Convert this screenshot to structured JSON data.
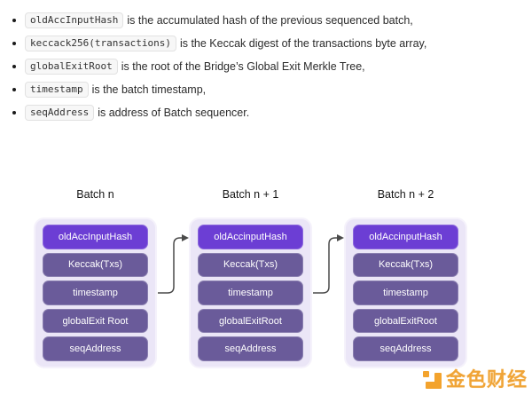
{
  "bullets": [
    {
      "code": "oldAccInputHash",
      "text": "is the accumulated hash of the previous sequenced batch,"
    },
    {
      "code": "keccack256(transactions)",
      "text": "is the Keccak digest of the transactions byte array,"
    },
    {
      "code": "globalExitRoot",
      "text": "is the root of the Bridge’s Global Exit Merkle Tree,"
    },
    {
      "code": "timestamp",
      "text": "is the batch timestamp,"
    },
    {
      "code": "seqAddress",
      "text": "is address of Batch sequencer."
    }
  ],
  "diagram": {
    "batches": [
      {
        "title": "Batch n",
        "fields": [
          "oldAccInputHash",
          "Keccak(Txs)",
          "timestamp",
          "globalExit Root",
          "seqAddress"
        ]
      },
      {
        "title": "Batch n + 1",
        "fields": [
          "oldAccinputHash",
          "Keccak(Txs)",
          "timestamp",
          "globalExitRoot",
          "seqAddress"
        ]
      },
      {
        "title": "Batch n + 2",
        "fields": [
          "oldAccinputHash",
          "Keccak(Txs)",
          "timestamp",
          "globalExitRoot",
          "seqAddress"
        ]
      }
    ],
    "colors": {
      "highlight_box": "#6c3ed4",
      "field_box": "#6a5b9a",
      "card_background": "#ebe6f7",
      "arrow": "#4a4a4a"
    }
  },
  "watermark": {
    "text": "金色财经",
    "logo_icon": "jinse-logo-icon",
    "brand_color": "#f3a32d"
  }
}
